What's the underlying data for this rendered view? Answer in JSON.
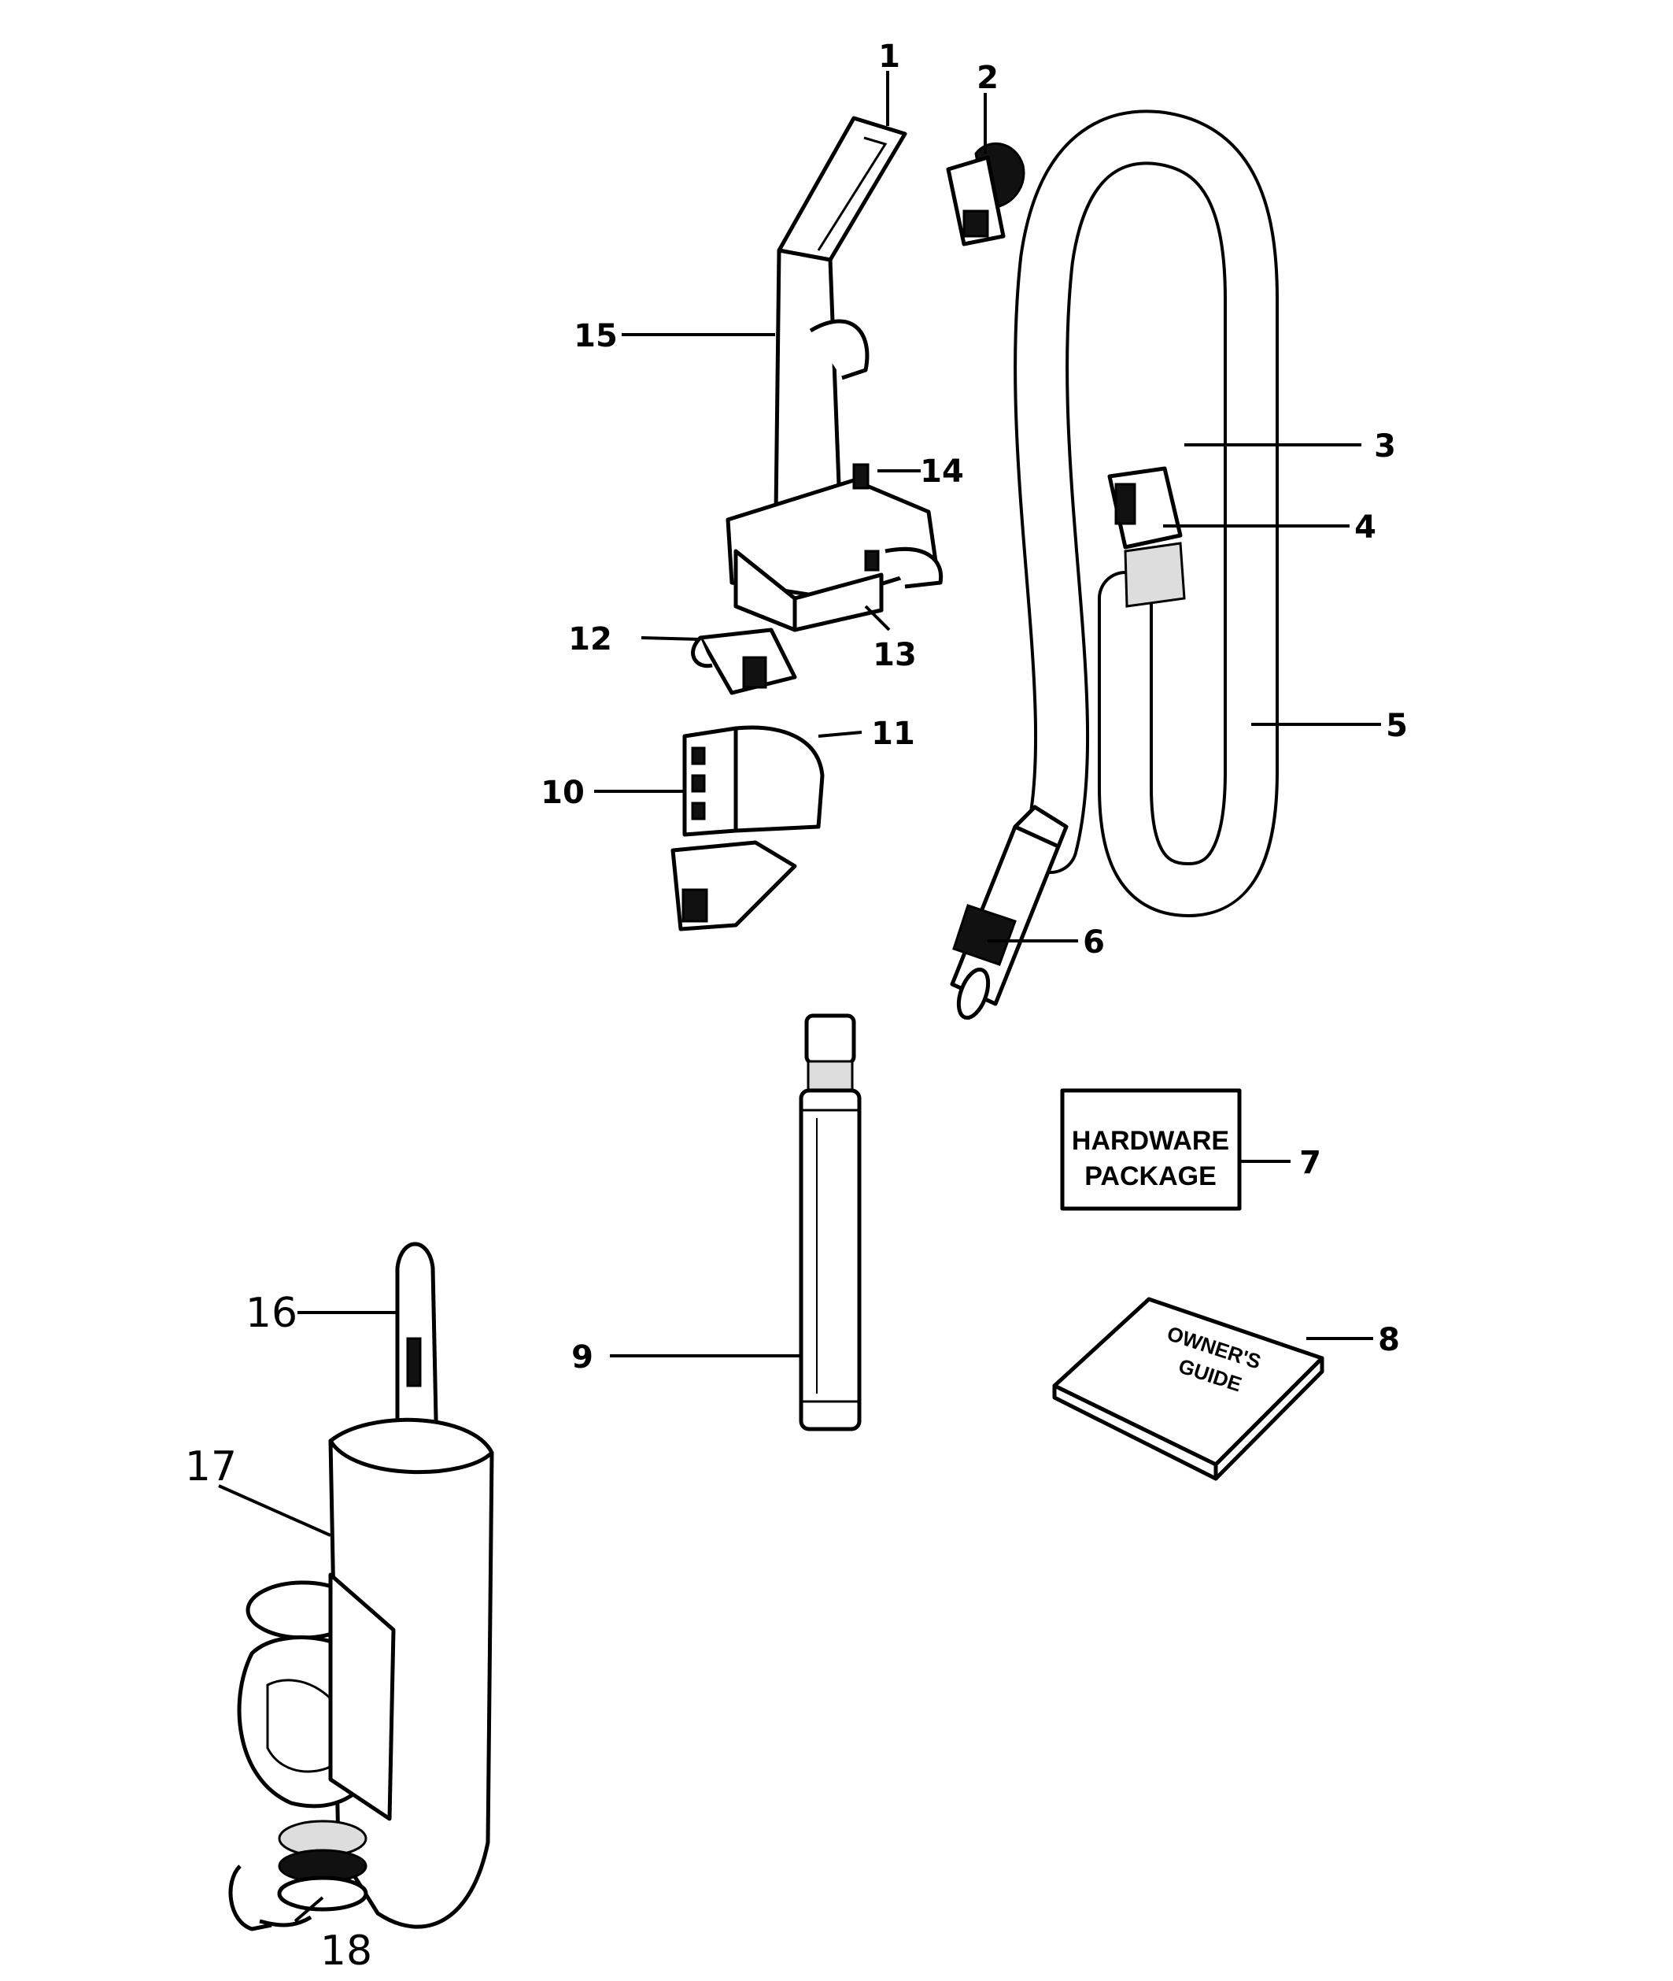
{
  "callouts": [
    {
      "id": "1",
      "text": "1"
    },
    {
      "id": "2",
      "text": "2"
    },
    {
      "id": "3",
      "text": "3"
    },
    {
      "id": "4",
      "text": "4"
    },
    {
      "id": "5",
      "text": "5"
    },
    {
      "id": "6",
      "text": "6"
    },
    {
      "id": "7",
      "text": "7"
    },
    {
      "id": "8",
      "text": "8"
    },
    {
      "id": "9",
      "text": "9"
    },
    {
      "id": "10",
      "text": "10"
    },
    {
      "id": "11",
      "text": "11"
    },
    {
      "id": "12",
      "text": "12"
    },
    {
      "id": "13",
      "text": "13"
    },
    {
      "id": "14",
      "text": "14"
    },
    {
      "id": "15",
      "text": "15"
    },
    {
      "id": "16",
      "text": "16"
    },
    {
      "id": "17",
      "text": "17"
    },
    {
      "id": "18",
      "text": "18"
    }
  ],
  "hardware_box": {
    "line1": "HARDWARE",
    "line2": "PACKAGE"
  },
  "owners_guide": {
    "line1": "OWNER'S",
    "line2": "GUIDE"
  }
}
